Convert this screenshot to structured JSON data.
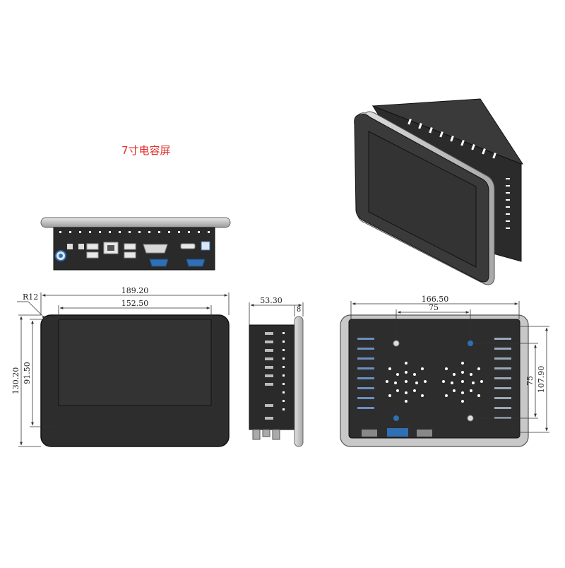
{
  "title": "7寸电容屏",
  "colors": {
    "title": "#e0302a",
    "panel": "#2b2b2b",
    "panel_edge": "#111111",
    "bezel": "#c8c8c8",
    "port_blue": "#2f6fb3",
    "dimension_line": "#333333"
  },
  "front_view": {
    "radius_label": "R12",
    "overall_width": "189.20",
    "screen_width": "152.50",
    "overall_height": "130.20",
    "screen_height": "91.50"
  },
  "side_view": {
    "depth": "53.30",
    "bezel_thickness": "8"
  },
  "back_view": {
    "hole_width": "166.50",
    "hole_spacing_x": "75",
    "hole_spacing_y": "75",
    "hole_height": "107.90"
  }
}
